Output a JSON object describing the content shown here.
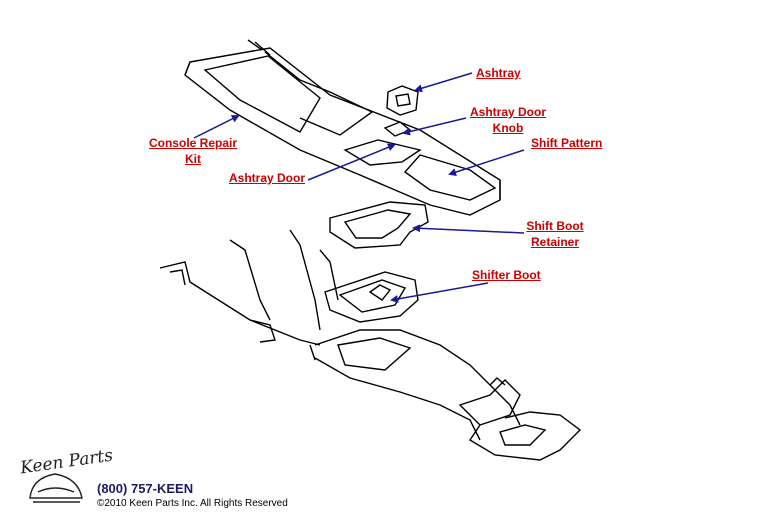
{
  "labels": {
    "ashtray": "Ashtray",
    "ashtray_door_knob_line1": "Ashtray Door",
    "ashtray_door_knob_line2": "Knob",
    "console_repair_kit_line1": "Console Repair",
    "console_repair_kit_line2": "Kit",
    "shift_pattern": "Shift Pattern",
    "ashtray_door": "Ashtray Door",
    "shift_boot_retainer_line1": "Shift Boot",
    "shift_boot_retainer_line2": "Retainer",
    "shifter_boot": "Shifter Boot"
  },
  "footer": {
    "logo": "Keen Parts",
    "phone": "(800) 757-KEEN",
    "copyright": "©2010 Keen Parts Inc. All Rights Reserved"
  },
  "colors": {
    "label": "#cc0000",
    "arrow": "#1a1a99",
    "linework": "#000000"
  }
}
